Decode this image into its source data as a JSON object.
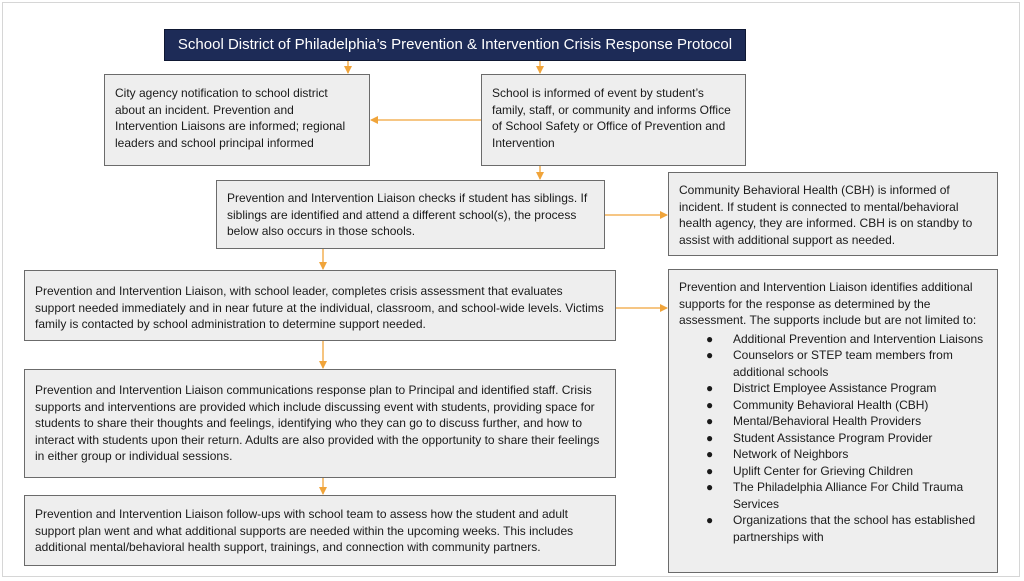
{
  "title": "School District of Philadelphia’s Prevention & Intervention Crisis Response Protocol",
  "boxes": {
    "city_notification": "City agency notification to school district about an incident.  Prevention and Intervention Liaisons are informed; regional leaders and school principal informed",
    "school_informed": "School is informed of event by student’s family, staff, or community and informs Office of School Safety or Office of Prevention and Intervention",
    "sibling_check": "Prevention and Intervention Liaison checks if student has siblings.  If siblings are identified and attend a different school(s), the process below also occurs in those schools.",
    "cbh_informed": " Community Behavioral Health (CBH) is informed of incident. If student is connected to mental/behavioral health agency, they are informed. CBH is on standby to assist with additional support as needed.",
    "crisis_assessment": "Prevention and Intervention Liaison, with school leader, completes crisis assessment that evaluates support needed immediately and in near future at the individual, classroom, and school-wide levels.  Victims family is contacted by school administration to determine support needed.",
    "response_plan": "Prevention and Intervention Liaison communications response plan to Principal and identified staff. Crisis supports and interventions are provided which include discussing event with students, providing space for students to share their thoughts and feelings, identifying who they can go to discuss further, and how to interact with students upon their return.  Adults are also provided with the opportunity to share their feelings in either group or individual sessions.",
    "follow_up": "Prevention and Intervention Liaison follow-ups with school team to assess how the student and adult support plan went and what additional supports are needed within the upcoming weeks. This includes additional mental/behavioral health support, trainings, and connection with community partners."
  },
  "supports": {
    "intro": "Prevention and Intervention Liaison identifies additional supports for the response as determined by the assessment. The supports include but are not limited to:",
    "bullet": "●",
    "items": [
      "Additional Prevention and Intervention Liaisons",
      "Counselors or STEP team members from additional schools",
      "District Employee Assistance Program",
      "Community Behavioral Health (CBH)",
      "Mental/Behavioral Health Providers",
      "Student Assistance Program Provider",
      "Network of Neighbors",
      "Uplift Center for Grieving Children",
      "The Philadelphia Alliance For Child Trauma Services",
      "Organizations that the school has established partnerships with"
    ]
  },
  "colors": {
    "title_bg": "#1d2b57",
    "box_bg": "#eeeeee",
    "arrow": "#f0a43a"
  }
}
